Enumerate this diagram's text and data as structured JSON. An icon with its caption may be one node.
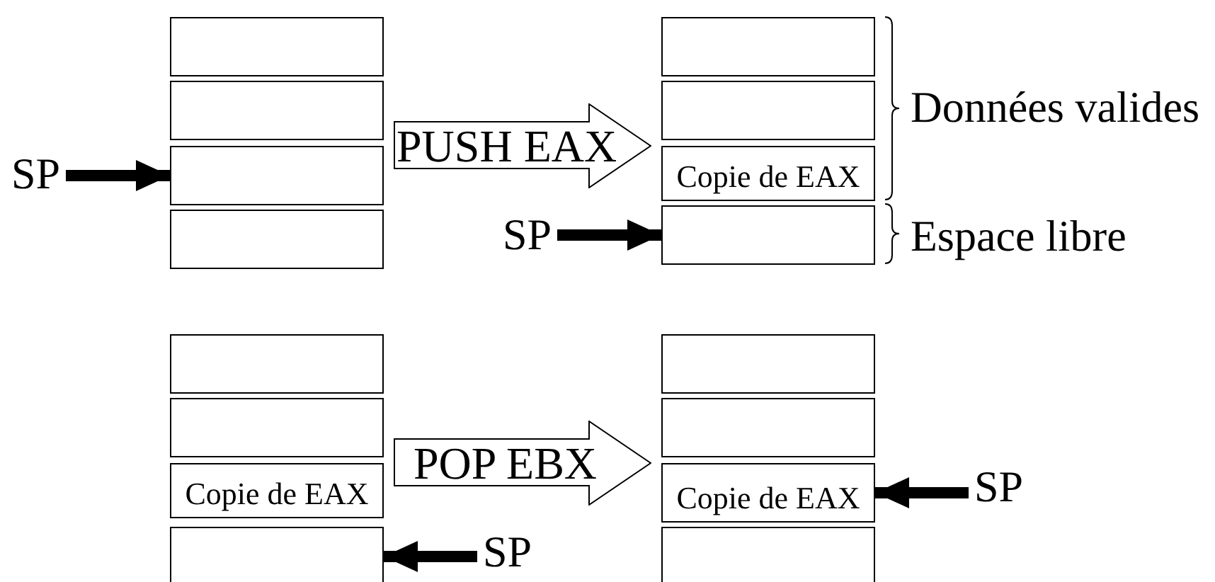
{
  "diagram": {
    "nodes": [
      {
        "text": [],
        "shape": "box"
      },
      {
        "text": [],
        "shape": "box"
      },
      {
        "text": [],
        "shape": "box"
      },
      {
        "text": [],
        "shape": "box"
      },
      {
        "text": [
          "SP"
        ]
      },
      {
        "text": [
          "PUSH EAX"
        ]
      },
      {
        "text": [],
        "shape": "box"
      },
      {
        "text": [],
        "shape": "box"
      },
      {
        "text": [
          "Copie de EAX"
        ]
      },
      {
        "text": [],
        "shape": "box"
      },
      {
        "text": [
          "SP"
        ]
      },
      {
        "text": [],
        "shape": "box"
      },
      {
        "text": [],
        "shape": "box"
      },
      {
        "text": [
          "Copie de EAX"
        ]
      },
      {
        "text": [],
        "shape": "box"
      },
      {
        "text": [
          "POP EBX"
        ]
      },
      {
        "text": [],
        "shape": "box"
      },
      {
        "text": [],
        "shape": "box"
      },
      {
        "text": [
          "Copie de EAX"
        ]
      },
      {
        "text": [],
        "shape": "box"
      },
      {
        "text": [
          "SP"
        ]
      },
      {
        "text": [
          "SP"
        ]
      }
    ],
    "edges": [
      {
        "from": 4,
        "to": 2,
        "arrow": "to"
      },
      {
        "from": 10,
        "to": 9,
        "arrow": "to"
      },
      {
        "from": 20,
        "to": 18,
        "arrow": "to"
      },
      {
        "from": 21,
        "to": 14,
        "arrow": "to"
      }
    ],
    "labels": [
      "Données valides",
      "Espace libre"
    ]
  }
}
